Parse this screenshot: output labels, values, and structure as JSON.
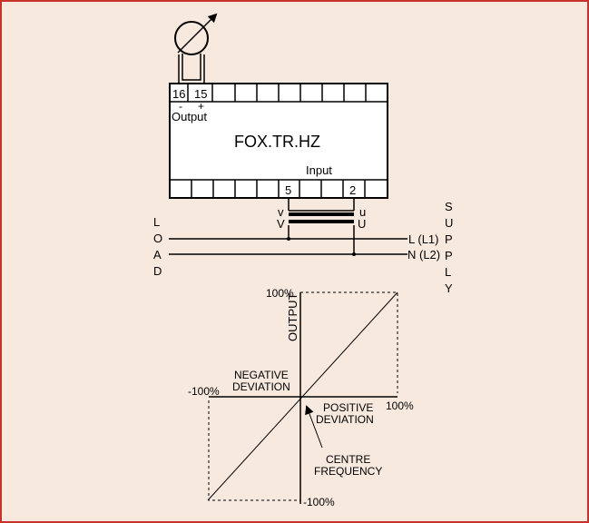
{
  "colors": {
    "frame_border": "#c8322a",
    "background": "#f8e9df",
    "box_fill": "#ffffff",
    "ink": "#000000"
  },
  "meter": {
    "icon": "meter-gauge-icon"
  },
  "module": {
    "terminal_16": "16",
    "terminal_15": "15",
    "minus_sign": "-",
    "plus_sign": "+",
    "output_label": "Output",
    "title": "FOX.TR.HZ",
    "input_label": "Input",
    "terminal_5": "5",
    "terminal_2": "2"
  },
  "transformer": {
    "v_lower": "v",
    "v_upper": "V",
    "u_lower": "u",
    "u_upper": "U"
  },
  "wiring": {
    "load_letters": [
      "L",
      "O",
      "A",
      "D"
    ],
    "supply_letters": [
      "S",
      "U",
      "P",
      "P",
      "L",
      "Y"
    ],
    "line_label": "L (L1)",
    "neutral_label": "N (L2)"
  },
  "graph": {
    "y_axis_label": "OUTPUT",
    "y_max_label": "100%",
    "y_min_label": "-100%",
    "x_min_label": "-100%",
    "x_max_label": "100%",
    "negative_line1": "NEGATIVE",
    "negative_line2": "DEVIATION",
    "positive_line1": "POSITIVE",
    "positive_line2": "DEVIATION",
    "centre_line1": "CENTRE",
    "centre_line2": "FREQUENCY"
  }
}
